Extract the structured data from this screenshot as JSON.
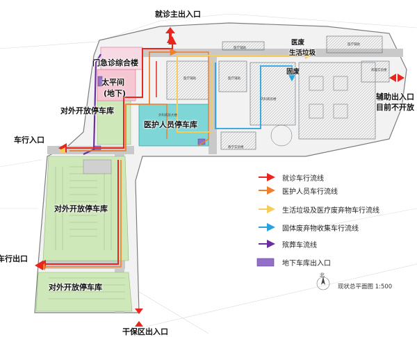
{
  "labels": {
    "main_entrance": "就诊主出入口",
    "aux_entrance": "辅助出入口",
    "aux_closed": "目前不开放",
    "car_entry": "车行入口",
    "car_exit": "车行出口",
    "cadre_entrance": "干保区出入口",
    "emergency_building": "门急诊综合楼",
    "morgue": "太平间",
    "morgue_sub": "(地下)",
    "public_garage_1": "对外开放停车库",
    "public_garage_2": "对外开放停车库",
    "public_garage_3": "对外开放停车库",
    "staff_garage": "医护人员停车库",
    "medical_waste": "医废",
    "domestic_waste": "生活垃圾",
    "solid_waste": "固废"
  },
  "legend": [
    {
      "color": "#e8261d",
      "style": "arrow",
      "text": "就诊车行流线"
    },
    {
      "color": "#f07e2a",
      "style": "arrow",
      "text": "医护人员车行流线"
    },
    {
      "color": "#f7cc57",
      "style": "arrow",
      "text": "生活垃圾及医疗废弃物车行流线"
    },
    {
      "color": "#28a3e0",
      "style": "arrow",
      "text": "固体废弃物收集车行流线"
    },
    {
      "color": "#6a2ea0",
      "style": "arrow",
      "text": "殡葬车流线"
    },
    {
      "color": "#9370c8",
      "style": "box",
      "text": "地下车库出入口"
    }
  ],
  "north": "北",
  "scale": "现状总平面图  1:500",
  "tiny": {
    "b1": "医疗辅助",
    "b2": "医疗辅助",
    "b3": "医疗辅助",
    "b4": "医疗辅助",
    "b5": "内科病房楼",
    "b6": "教学实验楼",
    "b7": "外科病房大楼",
    "b8": "病理实验楼"
  }
}
